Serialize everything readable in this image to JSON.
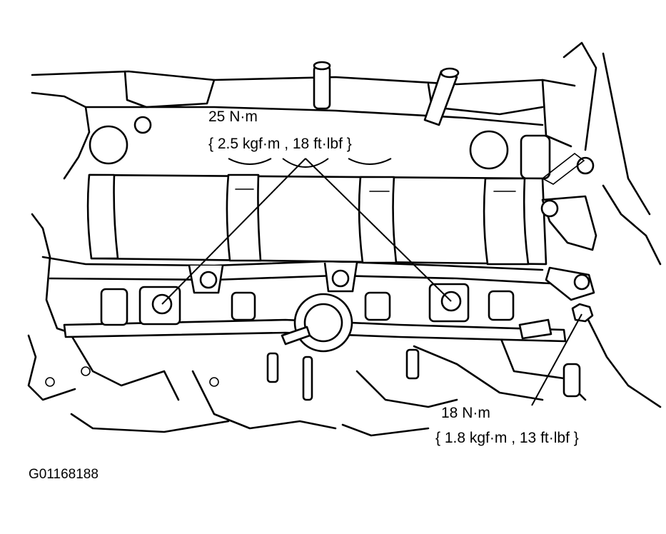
{
  "callouts": {
    "upper": {
      "torque_nm": "25 N·m",
      "torque_alt": "{ 2.5 kgf·m , 18 ft·lbf }"
    },
    "lower": {
      "torque_nm": "18 N·m",
      "torque_alt": "{ 1.8 kgf·m , 13 ft·lbf }"
    }
  },
  "figure_id": "G01168188",
  "colors": {
    "ink": "#000000",
    "background": "#ffffff"
  }
}
